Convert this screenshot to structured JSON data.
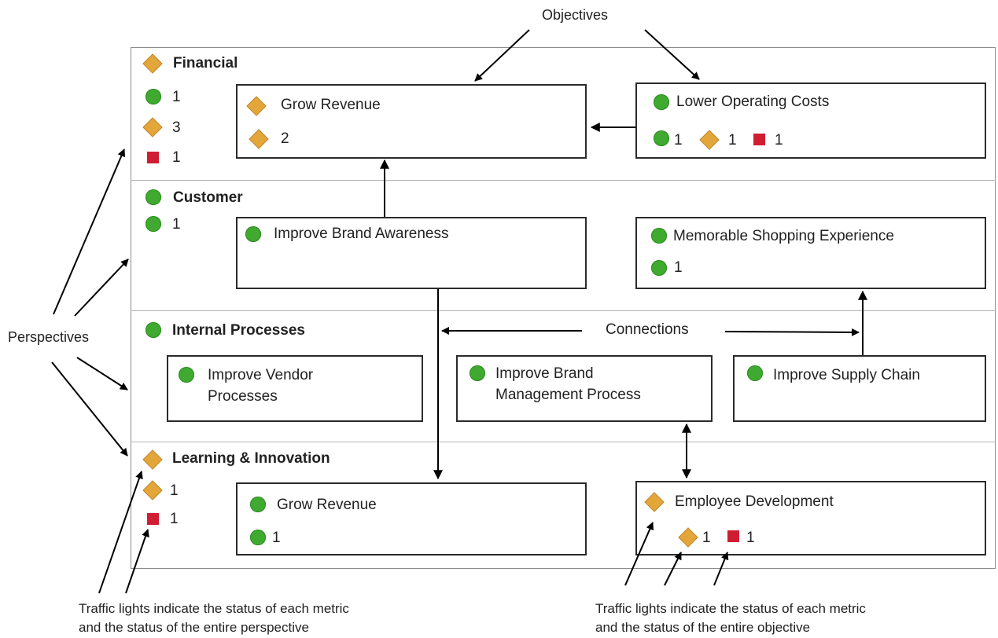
{
  "colors": {
    "status_green": "#3faa2f",
    "status_amber": "#e3a63b",
    "status_red": "#d11d32",
    "box_border": "#2b2b2b",
    "arrow": "#000000"
  },
  "annotations": {
    "objectives": "Objectives",
    "perspectives": "Perspectives",
    "connections": "Connections",
    "note_left_line1": "Traffic lights indicate the status of each metric",
    "note_left_line2": "and the status of the entire perspective",
    "note_right_line1": "Traffic lights indicate the status of each metric",
    "note_right_line2": "and the status of the entire objective"
  },
  "perspectives": {
    "financial": {
      "title": "Financial",
      "status": "amber",
      "counts": {
        "green": "1",
        "amber": "3",
        "red": "1"
      }
    },
    "customer": {
      "title": "Customer",
      "status": "green",
      "counts": {
        "green": "1"
      }
    },
    "internal": {
      "title": "Internal Processes",
      "status": "green"
    },
    "learning": {
      "title": "Learning & Innovation",
      "status": "amber",
      "counts": {
        "amber": "1",
        "red": "1"
      }
    }
  },
  "objectives": {
    "grow_revenue_fin": {
      "title": "Grow Revenue",
      "status": "amber",
      "counts": {
        "amber": "2"
      }
    },
    "lower_costs": {
      "title": "Lower Operating Costs",
      "status": "green",
      "counts": {
        "green": "1",
        "amber": "1",
        "red": "1"
      }
    },
    "brand_awareness": {
      "title": "Improve Brand Awareness",
      "status": "green"
    },
    "shopping_experience": {
      "title": "Memorable Shopping Experience",
      "status": "green",
      "counts": {
        "green": "1"
      }
    },
    "vendor_processes": {
      "title_line1": "Improve Vendor",
      "title_line2": "Processes",
      "status": "green"
    },
    "brand_management": {
      "title_line1": "Improve Brand",
      "title_line2": "Management Process",
      "status": "green"
    },
    "supply_chain": {
      "title": "Improve Supply Chain",
      "status": "green"
    },
    "grow_revenue_learn": {
      "title": "Grow Revenue",
      "status": "green",
      "counts": {
        "green": "1"
      }
    },
    "employee_development": {
      "title": "Employee Development",
      "status": "amber",
      "counts": {
        "amber": "1",
        "red": "1"
      }
    }
  }
}
